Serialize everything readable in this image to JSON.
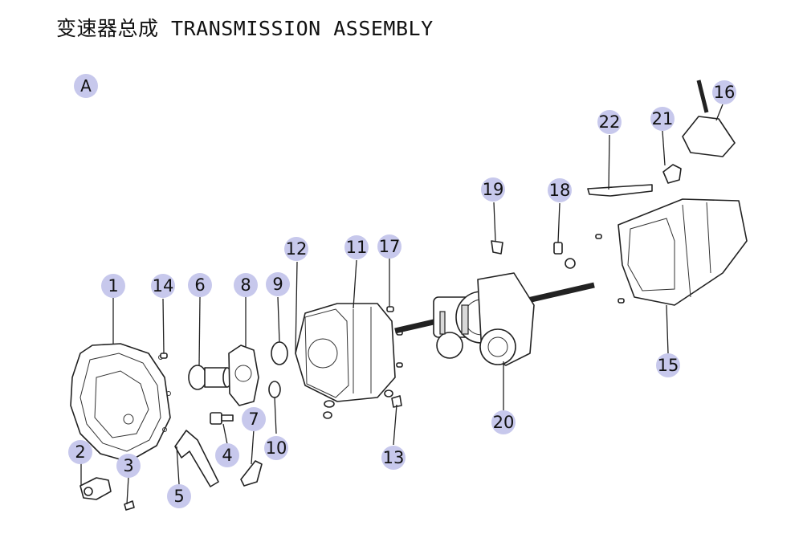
{
  "title": "变速器总成 TRANSMISSION ASSEMBLY",
  "section_label": "A",
  "callouts": [
    "1",
    "2",
    "3",
    "4",
    "5",
    "6",
    "7",
    "8",
    "9",
    "10",
    "11",
    "12",
    "13",
    "14",
    "15",
    "16",
    "17",
    "18",
    "19",
    "20",
    "21",
    "22"
  ],
  "colors": {
    "callout_fill": "#c7c8ec",
    "line": "#222222",
    "background": "#ffffff"
  }
}
